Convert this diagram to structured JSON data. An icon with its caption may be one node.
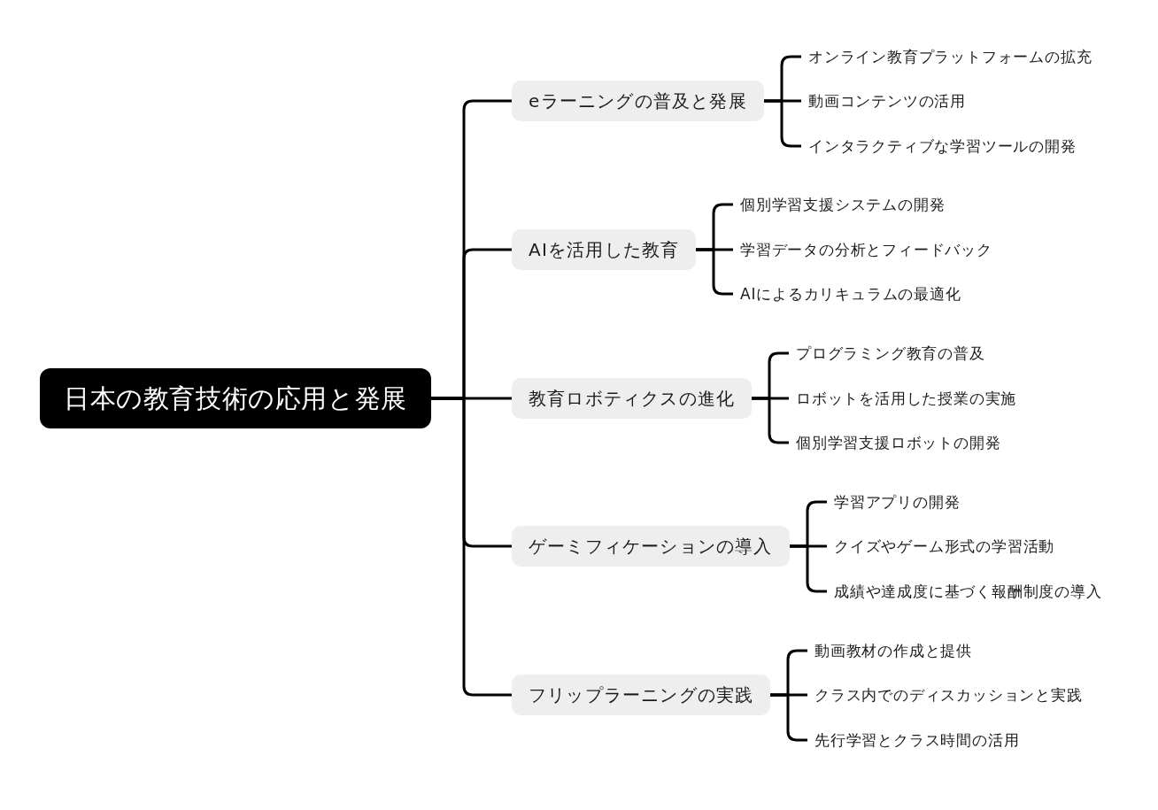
{
  "diagram": {
    "nodes": [
      {
        "text": [
          "日本の教育技術の応用と発展"
        ]
      },
      {
        "text": [
          "eラーニングの普及と発展"
        ]
      },
      {
        "text": [
          "オンライン教育プラットフォームの拡充"
        ]
      },
      {
        "text": [
          "動画コンテンツの活用"
        ]
      },
      {
        "text": [
          "インタラクティブな学習ツールの開発"
        ]
      },
      {
        "text": [
          "AIを活用した教育"
        ]
      },
      {
        "text": [
          "個別学習支援システムの開発"
        ]
      },
      {
        "text": [
          "学習データの分析とフィードバック"
        ]
      },
      {
        "text": [
          "AIによるカリキュラムの最適化"
        ]
      },
      {
        "text": [
          "教育ロボティクスの進化"
        ]
      },
      {
        "text": [
          "プログラミング教育の普及"
        ]
      },
      {
        "text": [
          "ロボットを活用した授業の実施"
        ]
      },
      {
        "text": [
          "個別学習支援ロボットの開発"
        ]
      },
      {
        "text": [
          "ゲーミフィケーションの導入"
        ]
      },
      {
        "text": [
          "学習アプリの開発"
        ]
      },
      {
        "text": [
          "クイズやゲーム形式の学習活動"
        ]
      },
      {
        "text": [
          "成績や達成度に基づく報酬制度の導入"
        ]
      },
      {
        "text": [
          "フリップラーニングの実践"
        ]
      },
      {
        "text": [
          "動画教材の作成と提供"
        ]
      },
      {
        "text": [
          "クラス内でのディスカッションと実践"
        ]
      },
      {
        "text": [
          "先行学習とクラス時間の活用"
        ]
      }
    ],
    "edges": [
      {
        "from": 0,
        "to": 1,
        "arrow": "none"
      },
      {
        "from": 0,
        "to": 5,
        "arrow": "none"
      },
      {
        "from": 0,
        "to": 9,
        "arrow": "none"
      },
      {
        "from": 0,
        "to": 13,
        "arrow": "none"
      },
      {
        "from": 0,
        "to": 17,
        "arrow": "none"
      },
      {
        "from": 1,
        "to": 2,
        "arrow": "none"
      },
      {
        "from": 1,
        "to": 3,
        "arrow": "none"
      },
      {
        "from": 1,
        "to": 4,
        "arrow": "none"
      },
      {
        "from": 5,
        "to": 6,
        "arrow": "none"
      },
      {
        "from": 5,
        "to": 7,
        "arrow": "none"
      },
      {
        "from": 5,
        "to": 8,
        "arrow": "none"
      },
      {
        "from": 9,
        "to": 10,
        "arrow": "none"
      },
      {
        "from": 9,
        "to": 11,
        "arrow": "none"
      },
      {
        "from": 9,
        "to": 12,
        "arrow": "none"
      },
      {
        "from": 13,
        "to": 14,
        "arrow": "none"
      },
      {
        "from": 13,
        "to": 15,
        "arrow": "none"
      },
      {
        "from": 13,
        "to": 16,
        "arrow": "none"
      },
      {
        "from": 17,
        "to": 18,
        "arrow": "none"
      },
      {
        "from": 17,
        "to": 19,
        "arrow": "none"
      },
      {
        "from": 17,
        "to": 20,
        "arrow": "none"
      }
    ]
  }
}
